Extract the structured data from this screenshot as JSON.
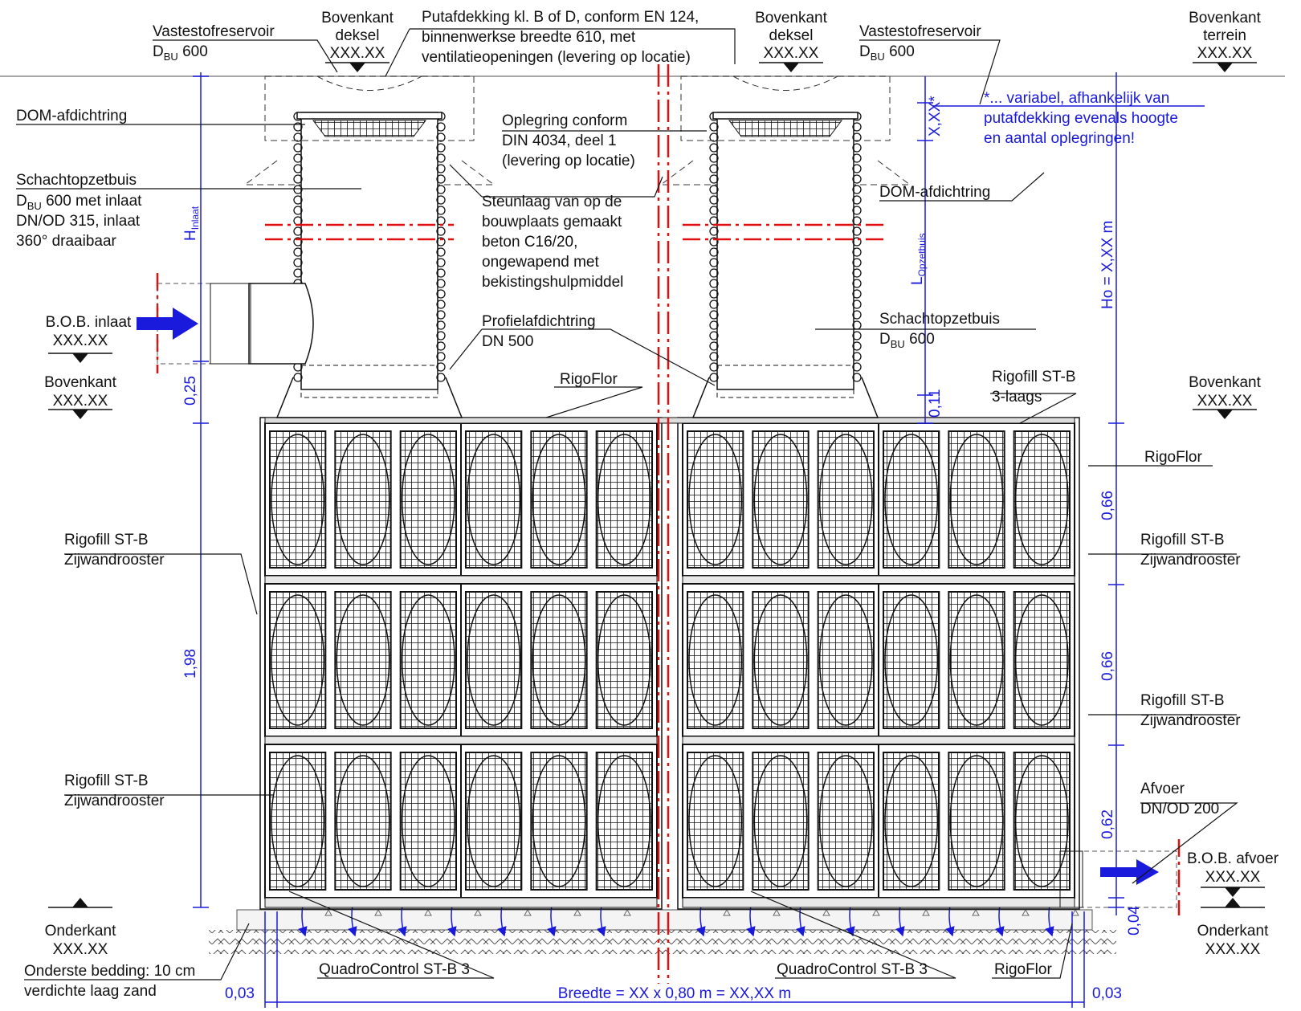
{
  "colors": {
    "ink": "#111111",
    "dimension": "#1a1adc",
    "axis": "#e01010",
    "grid": "#222222"
  },
  "levels": {
    "top_terrain": [
      "Bovenkant",
      "terrein",
      "XXX.XX"
    ],
    "top_cover_left": [
      "Bovenkant",
      "deksel",
      "XXX.XX"
    ],
    "top_cover_right": [
      "Bovenkant",
      "deksel",
      "XXX.XX"
    ],
    "bob_inlet": [
      "B.O.B. inlaat",
      "XXX.XX"
    ],
    "top_left": [
      "Bovenkant",
      "XXX.XX"
    ],
    "top_right": [
      "Bovenkant",
      "XXX.XX"
    ],
    "bottom_left": [
      "Onderkant",
      "XXX.XX"
    ],
    "bottom_right": [
      "Onderkant",
      "XXX.XX"
    ],
    "bob_outlet": [
      "B.O.B. afvoer",
      "XXX.XX"
    ]
  },
  "labels": {
    "reservoir_left": [
      "Vastestofreservoir",
      "D",
      "BU",
      " 600"
    ],
    "reservoir_right": [
      "Vastestofreservoir",
      "D",
      "BU",
      " 600"
    ],
    "cover": [
      "Putafdekking kl. B of D, conform EN 124,",
      "binnenwerkse breedte 610, met",
      "ventilatieopeningen (levering op locatie)"
    ],
    "dom_left": "DOM-afdichtring",
    "dom_right": "DOM-afdichtring",
    "support_ring": [
      "Oplegring conform",
      "DIN 4034, deel 1",
      "(levering op locatie)"
    ],
    "shaft_left": [
      "Schachtopzetbuis",
      "D",
      "BU",
      " 600 met inlaat",
      "DN/OD 315, inlaat",
      "360° draaibaar"
    ],
    "concrete": [
      "Steunlaag van op de",
      "bouwplaats gemaakt",
      "beton C16/20,",
      "ongewapend met",
      "bekistingshulpmiddel"
    ],
    "profile_seal": [
      "Profielafdichtring",
      "DN 500"
    ],
    "shaft_right": [
      "Schachtopzetbuis",
      "D",
      "BU",
      " 600"
    ],
    "rigoflor_top": "RigoFlor",
    "rigofill_3layer": [
      "Rigofill ST-B",
      "3-laags"
    ],
    "rigoflor_right": "RigoFlor",
    "side_grid_1": [
      "Rigofill ST-B",
      "Zijwandrooster"
    ],
    "side_grid_2": [
      "Rigofill ST-B",
      "Zijwandrooster"
    ],
    "side_grid_3": [
      "Rigofill ST-B",
      "Zijwandrooster"
    ],
    "side_grid_4": [
      "Rigofill ST-B",
      "Zijwandrooster"
    ],
    "outlet": [
      "Afvoer",
      "DN/OD 200"
    ],
    "bedding": [
      "Onderste bedding: 10 cm",
      "verdichte laag zand"
    ],
    "quadro_left": "QuadroControl ST-B 3",
    "quadro_right": "QuadroControl ST-B 3",
    "rigoflor_bottom": "RigoFlor",
    "variable_note": [
      "*... variabel, afhankelijk van",
      "putafdekking evenals hoogte",
      "en aantal oplegringen!"
    ]
  },
  "dimensions": {
    "h_inlet": [
      "H",
      "Inlaat"
    ],
    "l_shaft": [
      "L",
      "Opzetbuis"
    ],
    "h_total": "Hᴏ = X,XX m",
    "xxx": "X,XX*",
    "d_025": "0,25",
    "d_011": "0,11",
    "d_198": "1,98",
    "d_066a": "0,66",
    "d_066b": "0,66",
    "d_062": "0,62",
    "d_004": "0,04",
    "d_003l": "0,03",
    "d_003r": "0,03",
    "width": "Breedte = XX x 0,80 m = XX,XX m"
  }
}
